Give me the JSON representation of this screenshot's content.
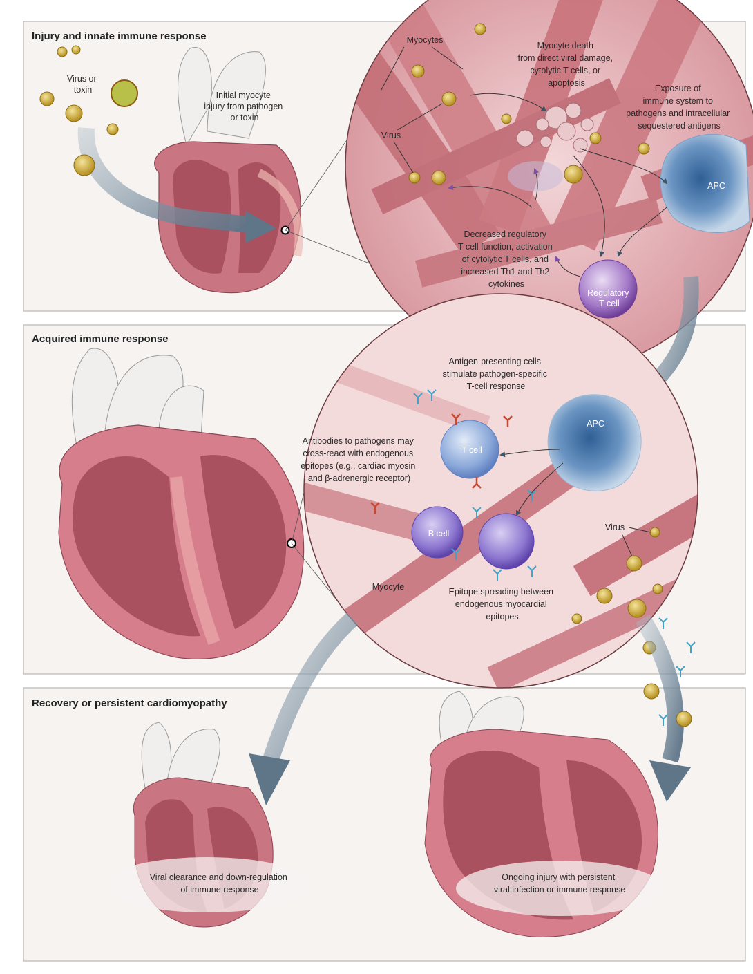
{
  "panels": {
    "injury": {
      "title": "Injury and innate immune response"
    },
    "acquired": {
      "title": "Acquired immune response"
    },
    "recovery": {
      "title": "Recovery or persistent cardiomyopathy"
    }
  },
  "labels": {
    "virus_or_toxin": [
      "Virus or",
      "toxin"
    ],
    "initial_injury": [
      "Initial myocyte",
      "injury from pathogen",
      "or toxin"
    ],
    "myocytes": "Myocytes",
    "myocyte_death": [
      "Myocyte death",
      "from direct viral damage,",
      "cytolytic T cells, or",
      "apoptosis"
    ],
    "exposure": [
      "Exposure of",
      "immune system to",
      "pathogens and intracellular",
      "sequestered antigens"
    ],
    "virus_top": "Virus",
    "apc_top": "APC",
    "decreased": [
      "Decreased regulatory",
      "T-cell function, activation",
      "of cytolytic T cells, and",
      "increased Th1 and Th2",
      "cytokines"
    ],
    "regulatory": [
      "Regulatory",
      "T cell"
    ],
    "apc_stimulate": [
      "Antigen-presenting cells",
      "stimulate pathogen-specific",
      "T-cell response"
    ],
    "antibodies": [
      "Antibodies to pathogens may",
      "cross-react with endogenous",
      "epitopes (e.g., cardiac myosin",
      "and β-adrenergic receptor)"
    ],
    "apc_mid": "APC",
    "tcell": "T cell",
    "bcell": "B cell",
    "virus_mid": "Virus",
    "myocyte_mid": "Myocyte",
    "epitope": [
      "Epitope spreading between",
      "endogenous myocardial",
      "epitopes"
    ],
    "clearance": [
      "Viral clearance and down-regulation",
      "of immune response"
    ],
    "ongoing": [
      "Ongoing injury with persistent",
      "viral infection or immune response"
    ]
  },
  "colors": {
    "myocardium": "#c9707c",
    "chamber": "#a9515e",
    "vessel": "#f1eeec",
    "flow_arrow": "#7d92a3",
    "apc": "#5d86b5",
    "tcell": "#7f9fd4",
    "bcell": "#7d66c4",
    "reg_tcell": "#8c5bb0",
    "virus": "#c9a52a",
    "antibody": "#3fa3c9"
  }
}
